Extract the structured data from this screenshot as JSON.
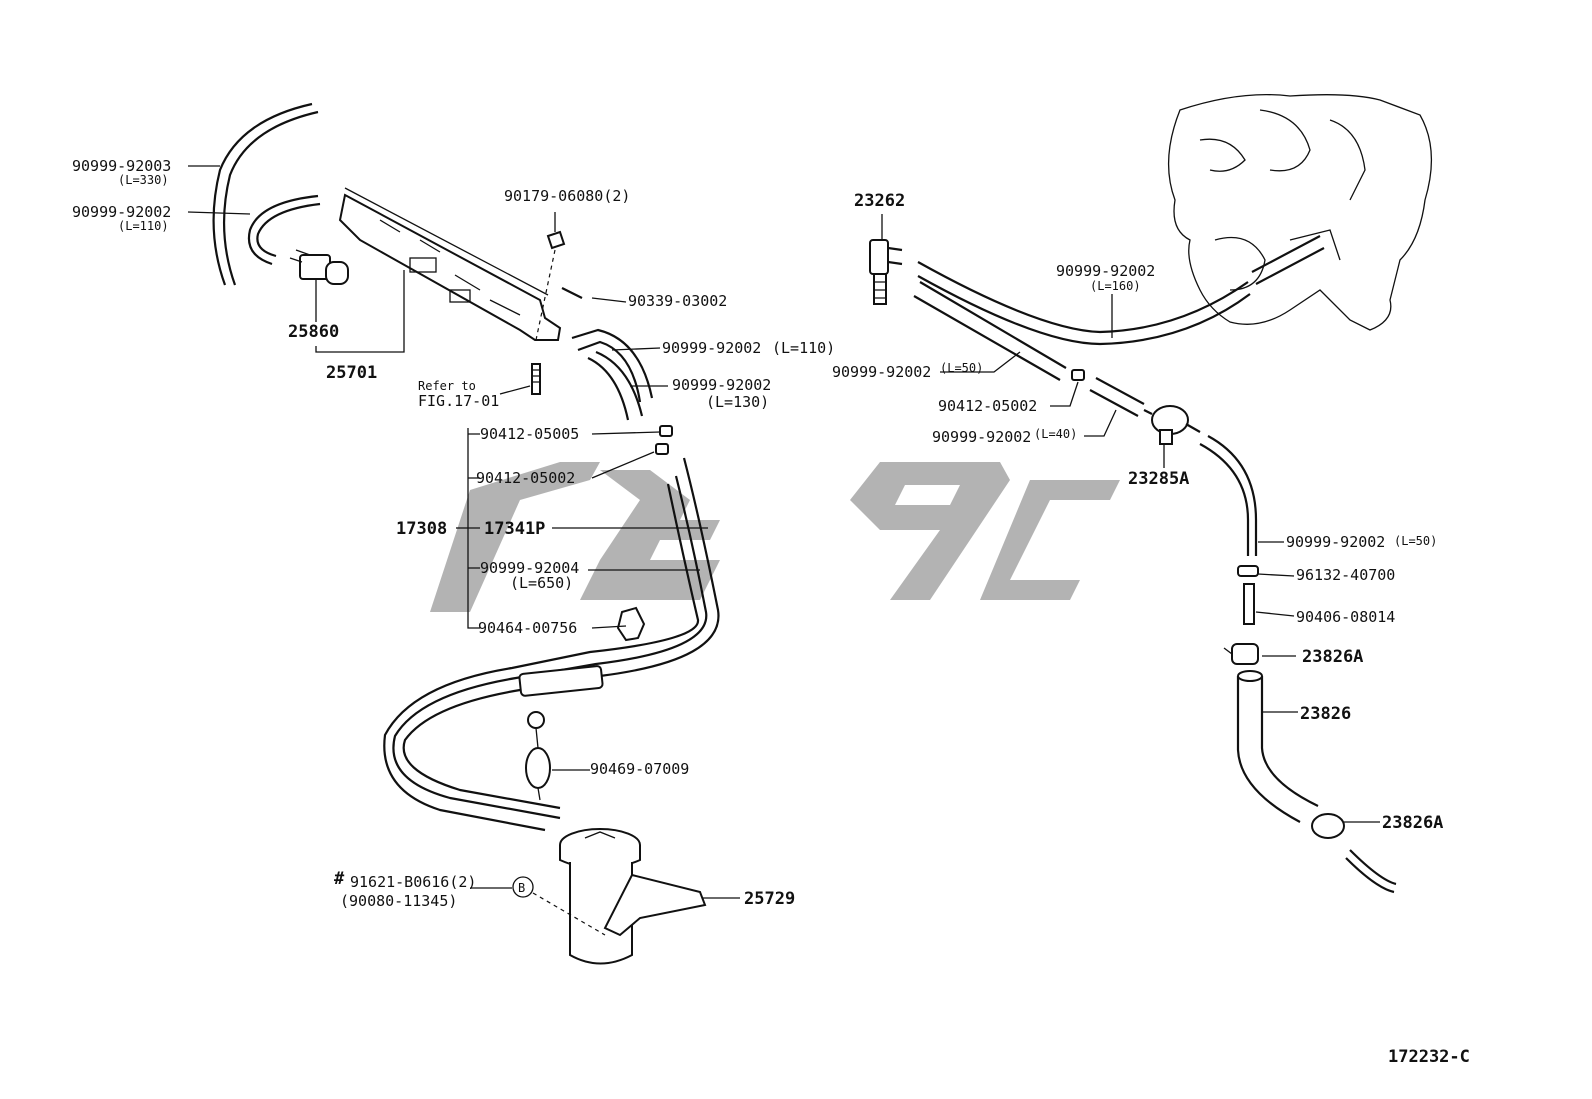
{
  "diagram_id": "172232-C",
  "labels": {
    "p90999_92003": "90999-92003",
    "p90999_92003_len": "(L=330)",
    "p90999_92002_a": "90999-92002",
    "p90999_92002_a_len": "(L=110)",
    "p25860": "25860",
    "p25701": "25701",
    "p90179": "90179-06080(2)",
    "p90339": "90339-03002",
    "p90999_92002_b": "90999-92002",
    "p90999_92002_b_len": "(L=110)",
    "p90999_92002_c": "90999-92002",
    "p90999_92002_c_len": "(L=130)",
    "refer_to": "Refer to",
    "fig": "FIG.17-01",
    "p90412_05005": "90412-05005",
    "p90412_05002_a": "90412-05002",
    "p17308": "17308",
    "p17341p": "17341P",
    "p90999_92004": "90999-92004",
    "p90999_92004_len": "(L=650)",
    "p90464": "90464-00756",
    "p90469": "90469-07009",
    "p91621": "91621-B0616(2)",
    "hash": "#",
    "p90080": "(90080-11345)",
    "circle_b": "B",
    "p25729": "25729",
    "p23262": "23262",
    "p90999_92002_d": "90999-92002",
    "p90999_92002_d_len": "(L=160)",
    "p90999_92002_e": "90999-92002",
    "p90999_92002_e_len": "(L=50)",
    "p90412_05002_b": "90412-05002",
    "p90999_92002_f": "90999-92002",
    "p90999_92002_f_len": "(L=40)",
    "p23285a": "23285A",
    "p90999_92002_g": "90999-92002",
    "p90999_92002_g_len": "(L=50)",
    "p96132": "96132-40700",
    "p90406": "90406-08014",
    "p23826a_a": "23826A",
    "p23826": "23826",
    "p23826a_b": "23826A"
  },
  "colors": {
    "line": "#111111",
    "watermark": "#9a9a9a",
    "background": "#ffffff"
  }
}
